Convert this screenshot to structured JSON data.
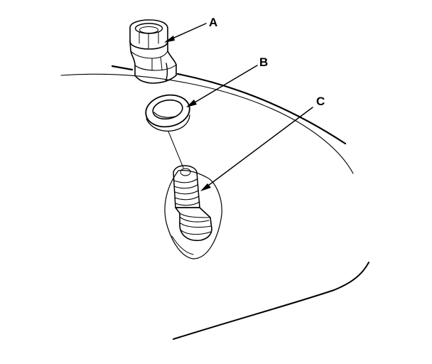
{
  "diagram": {
    "callouts": [
      {
        "id": "a",
        "label": "A"
      },
      {
        "id": "b",
        "label": "B"
      },
      {
        "id": "c",
        "label": "C"
      }
    ]
  }
}
